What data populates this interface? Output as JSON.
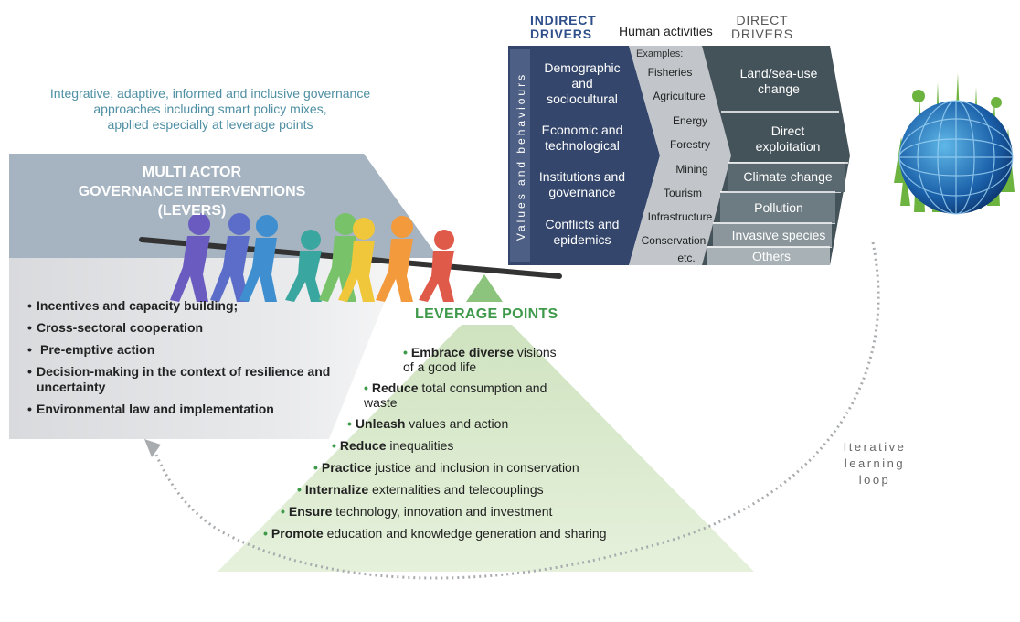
{
  "governance_intro": [
    "Integrative, adaptive, informed and inclusive governance",
    "approaches including smart policy mixes,",
    "applied especially at leverage points"
  ],
  "multi_actor_title": [
    "MULTI ACTOR",
    "GOVERNANCE INTERVENTIONS",
    "(LEVERS)"
  ],
  "levers": [
    "Incentives and capacity building;",
    "Cross-sectoral cooperation",
    "Pre-emptive action",
    "Decision-making in the context of resilience and uncertainty",
    "Environmental law and implementation"
  ],
  "leverage_points_title": "LEVERAGE POINTS",
  "leverage_points": [
    {
      "bold": "Embrace diverse",
      "rest": " visions",
      "rest2": "of a good life"
    },
    {
      "bold": "Reduce",
      "rest": " total consumption and",
      "rest2": "waste"
    },
    {
      "bold": "Unleash",
      "rest": " values and action",
      "rest2": ""
    },
    {
      "bold": "Reduce",
      "rest": " inequalities",
      "rest2": ""
    },
    {
      "bold": "Practice",
      "rest": " justice and inclusion in conservation",
      "rest2": ""
    },
    {
      "bold": "Internalize",
      "rest": " externalities and telecouplings",
      "rest2": ""
    },
    {
      "bold": "Ensure",
      "rest": " technology, innovation and investment",
      "rest2": ""
    },
    {
      "bold": "Promote",
      "rest": " education and knowledge generation and sharing",
      "rest2": ""
    }
  ],
  "indirect_drivers_header": [
    "INDIRECT",
    "DRIVERS"
  ],
  "human_activities_header": "Human activities",
  "direct_drivers_header": [
    "DIRECT",
    "DRIVERS"
  ],
  "values_behaviours": "Values and behaviours",
  "indirect_drivers": [
    [
      "Demographic",
      "and",
      "sociocultural"
    ],
    [
      "Economic and",
      "technological"
    ],
    [
      "Institutions and",
      "governance"
    ],
    [
      "Conflicts and",
      "epidemics"
    ]
  ],
  "examples_label": "Examples:",
  "human_activities": [
    "Fisheries",
    "Agriculture",
    "Energy",
    "Forestry",
    "Mining",
    "Tourism",
    "Infrastructure",
    "Conservation",
    "etc."
  ],
  "direct_drivers": [
    [
      "Land/sea-use",
      "change"
    ],
    [
      "Direct",
      "exploitation"
    ],
    [
      "Climate change"
    ],
    [
      "Pollution"
    ],
    [
      "Invasive species"
    ],
    [
      "Others"
    ]
  ],
  "iterative_loop": [
    "Iterative",
    "learning",
    "loop"
  ],
  "colors": {
    "indirect_fill": "#34466b",
    "activities_fill": "#c2c6ca",
    "direct_fill": "#44525a",
    "banner_fill": "#a6b4c1",
    "leverage_green": "#3e9a4a",
    "pyramid_fill": "#e1eed6",
    "intro_text": "#4e8fa3"
  }
}
